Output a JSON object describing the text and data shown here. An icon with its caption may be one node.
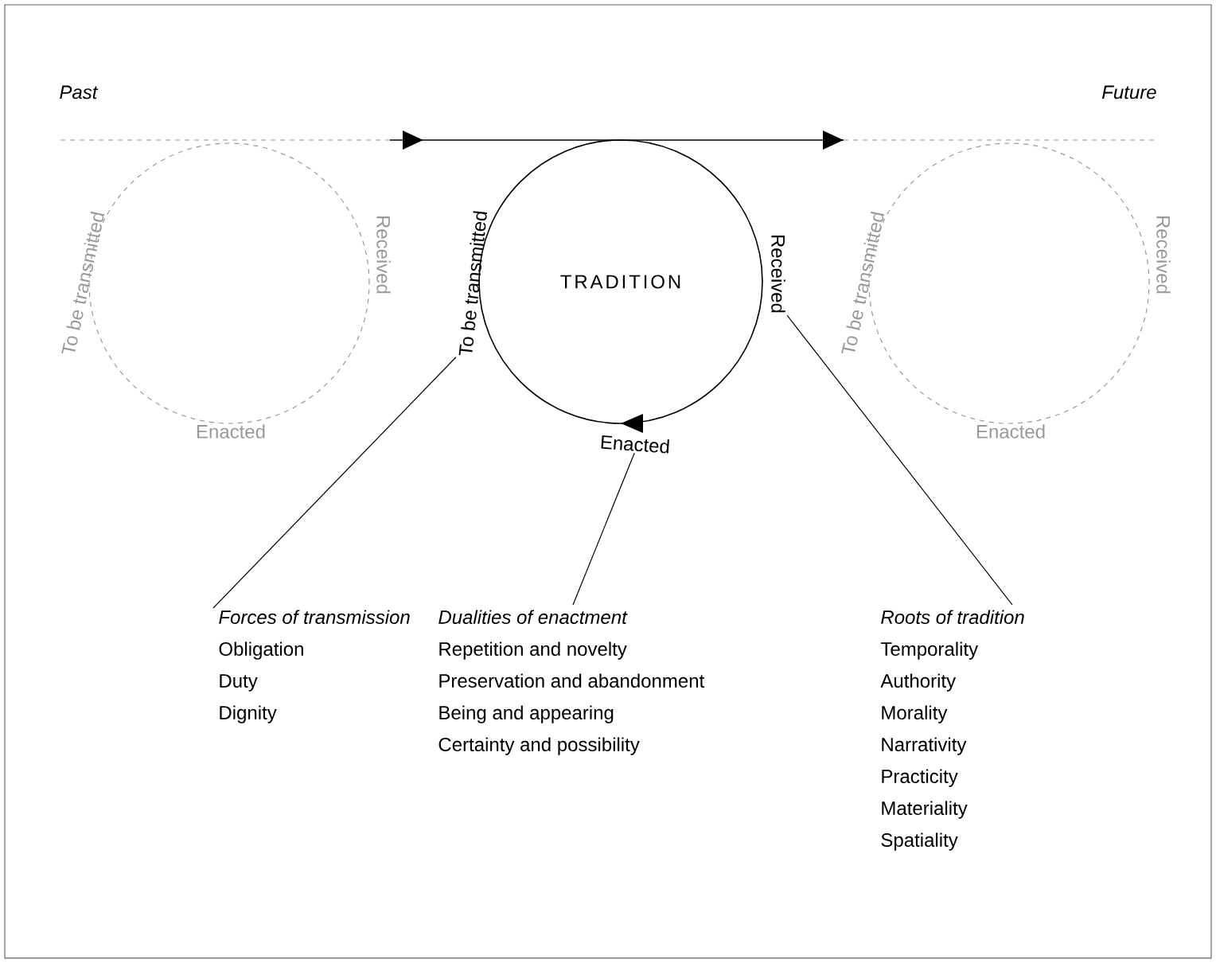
{
  "diagram": {
    "nodes": [
      {
        "text": [
          "TRADITION"
        ]
      },
      {
        "text": [
          "To be transmitted"
        ]
      },
      {
        "text": [
          "Received"
        ]
      },
      {
        "text": [
          "Enacted"
        ]
      },
      {
        "text": [
          "Forces of transmission",
          "Obligation",
          "Duty",
          "Dignity"
        ]
      },
      {
        "text": [
          "Dualities of enactment",
          "Repetition and novelty",
          "Preservation and abandonment",
          "Being and appearing",
          "Certainty and possibility"
        ]
      },
      {
        "text": [
          "Roots of tradition",
          "Temporality",
          "Authority",
          "Morality",
          "Narrativity",
          "Practicity",
          "Materiality",
          "Spatiality"
        ]
      }
    ],
    "edges": [
      {
        "from": 1,
        "to": 4,
        "arrow": "none"
      },
      {
        "from": 3,
        "to": 5,
        "arrow": "none"
      },
      {
        "from": 2,
        "to": 6,
        "arrow": "none"
      }
    ],
    "labels": [
      "Past",
      "Future",
      "To be transmitted",
      "Received",
      "Enacted",
      "To be transmitted",
      "Received",
      "Enacted"
    ]
  }
}
